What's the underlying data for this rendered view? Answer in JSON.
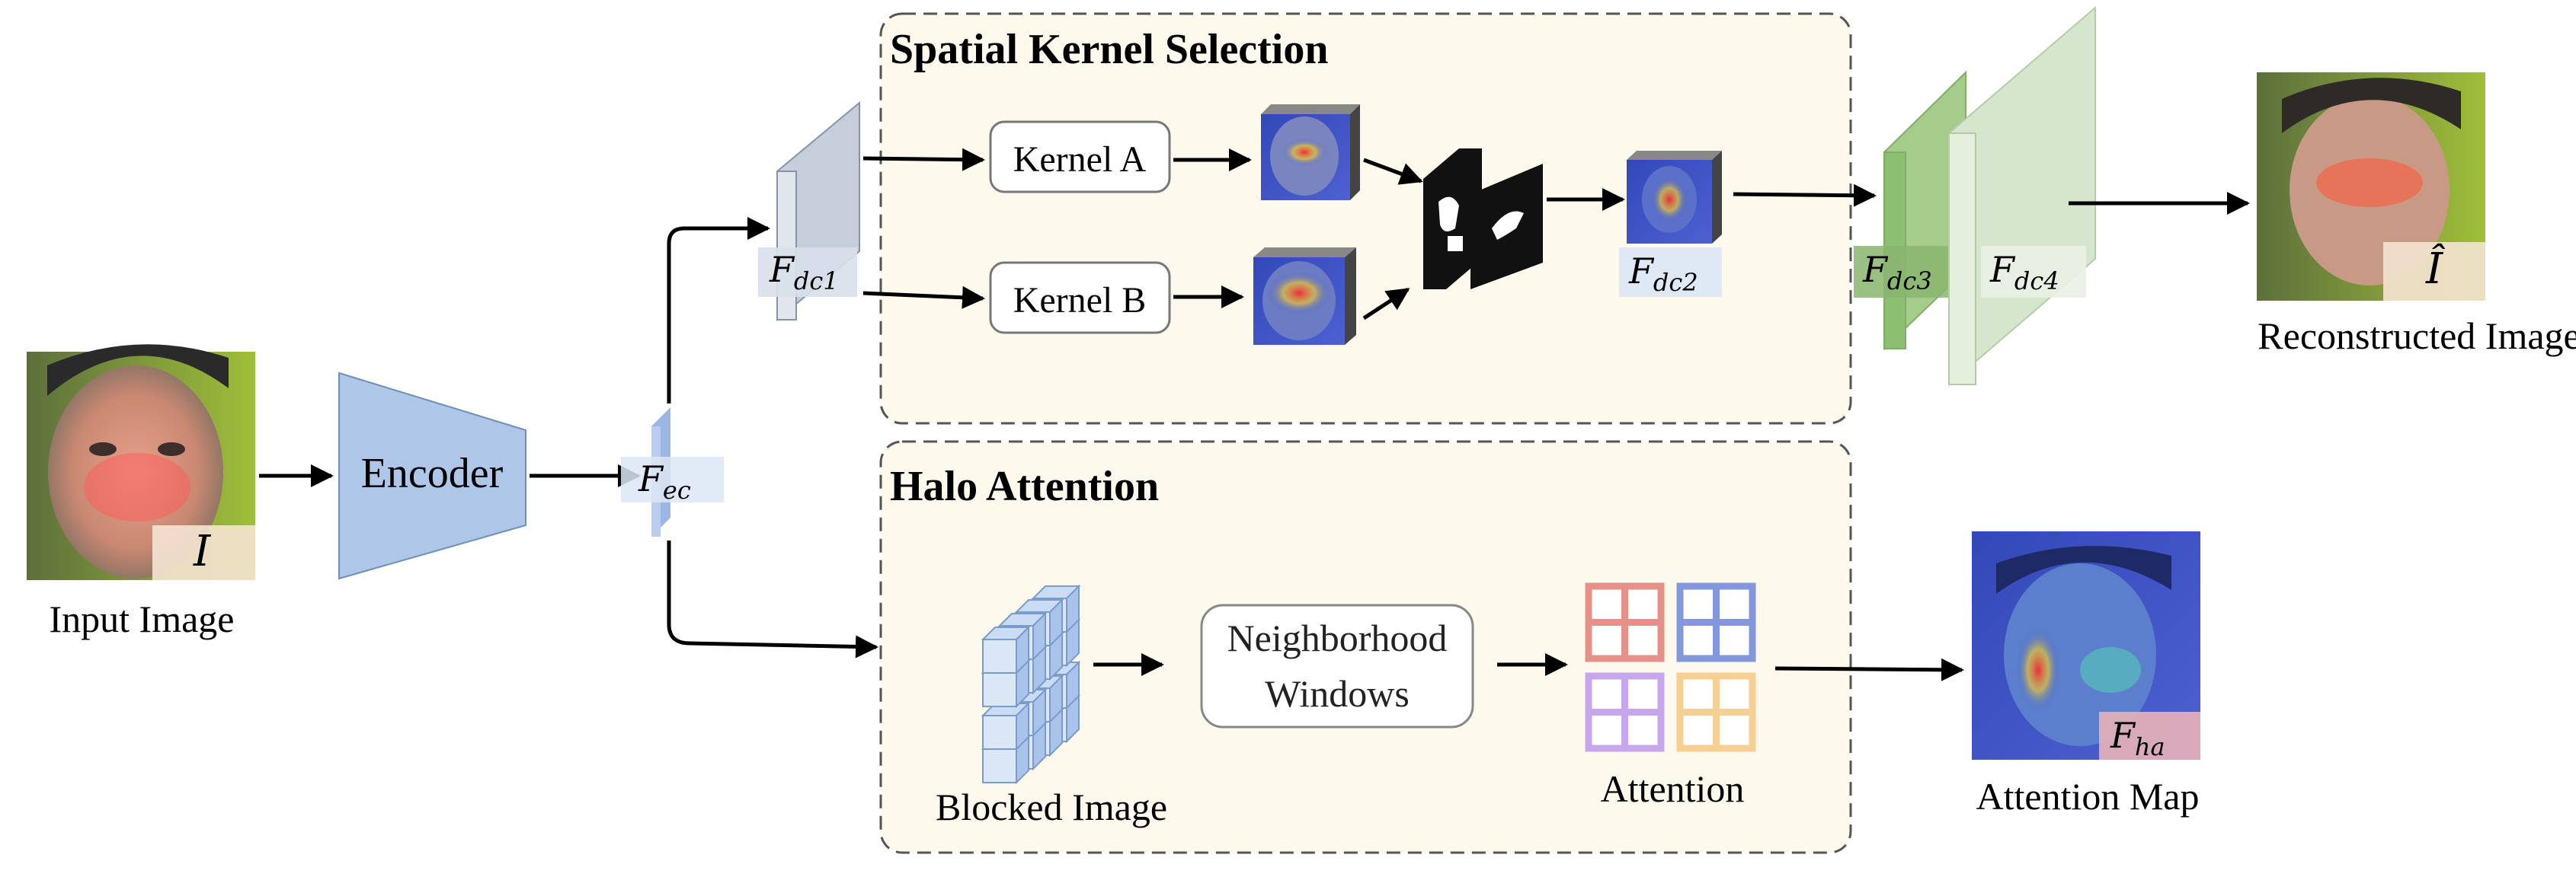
{
  "panels": {
    "spatial": {
      "title": "Spatial Kernel Selection"
    },
    "halo": {
      "title": "Halo Attention"
    }
  },
  "input": {
    "label": "Input Image",
    "symbol": "I"
  },
  "encoder": {
    "label": "Encoder"
  },
  "features": {
    "f_ec": {
      "base": "F",
      "sub": "ec"
    },
    "f_dc1": {
      "base": "F",
      "sub": "dc1"
    },
    "f_dc2": {
      "base": "F",
      "sub": "dc2"
    },
    "f_dc3": {
      "base": "F",
      "sub": "dc3"
    },
    "f_dc4": {
      "base": "F",
      "sub": "dc4"
    },
    "f_ha": {
      "base": "F",
      "sub": "ha"
    }
  },
  "kernels": {
    "a": "Kernel A",
    "b": "Kernel B"
  },
  "neighborhood": {
    "line1": "Neighborhood",
    "line2": "Windows"
  },
  "labels": {
    "blocked": "Blocked Image",
    "attention": "Attention",
    "attention_map": "Attention Map",
    "reconstructed": "Reconstructed Image",
    "recon_symbol": "Î"
  },
  "colors": {
    "panel_fill": "#fdf9ec",
    "panel_border": "#555555",
    "encoder_fill": "#aec7e8",
    "dc1_fill": "#c5ced9",
    "dc3_fill": "#a6cc8c",
    "dc4_fill": "#d6e6cc",
    "grid_red": "#e59089",
    "grid_blue": "#8597dc",
    "grid_purple": "#c7a6ec",
    "grid_orange": "#f6cf92"
  }
}
